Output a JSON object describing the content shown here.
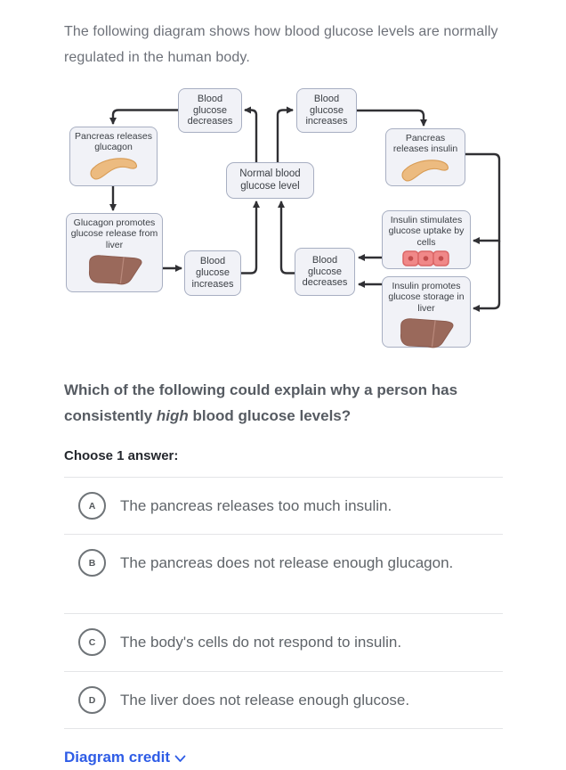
{
  "colors": {
    "accent_blue": "#2e5ce6",
    "box_fill": "#f1f2f7",
    "box_border": "#a8afc2",
    "arrow": "#303034",
    "pancreas": "#ecbb80",
    "liver": "#9a695b",
    "cell_fill": "#f08888",
    "divider": "#e4e5e7"
  },
  "intro": "The following diagram shows how blood glucose levels are normally regulated in the human body.",
  "diagram": {
    "boxes": [
      {
        "id": "bgd-top",
        "label": "Blood glucose decreases"
      },
      {
        "id": "bgi-top",
        "label": "Blood glucose increases"
      },
      {
        "id": "pancreas-glucagon",
        "label": "Pancreas releases glucagon",
        "organ": "pancreas"
      },
      {
        "id": "pancreas-insulin",
        "label": "Pancreas releases insulin",
        "organ": "pancreas"
      },
      {
        "id": "normal",
        "label": "Normal blood glucose level"
      },
      {
        "id": "glucagon-liver",
        "label": "Glucagon promotes glucose release from liver",
        "organ": "liver"
      },
      {
        "id": "bgi-bottom",
        "label": "Blood glucose increases"
      },
      {
        "id": "bgd-bottom",
        "label": "Blood glucose decreases"
      },
      {
        "id": "insulin-cells",
        "label": "Insulin stimulates glucose uptake by cells",
        "organ": "cells"
      },
      {
        "id": "insulin-liver",
        "label": "Insulin promotes glucose storage in liver",
        "organ": "liver"
      }
    ]
  },
  "question": {
    "prefix": "Which of the following could explain why a person has consistently ",
    "emphasis": "high",
    "suffix": " blood glucose levels?"
  },
  "choose_label": "Choose 1 answer:",
  "options": [
    {
      "letter": "A",
      "text": "The pancreas releases too much insulin."
    },
    {
      "letter": "B",
      "text": "The pancreas does not release enough glucagon."
    },
    {
      "letter": "C",
      "text": "The body's cells do not respond to insulin."
    },
    {
      "letter": "D",
      "text": "The liver does not release enough glucose."
    }
  ],
  "footer": {
    "credit_label": "Diagram credit"
  }
}
